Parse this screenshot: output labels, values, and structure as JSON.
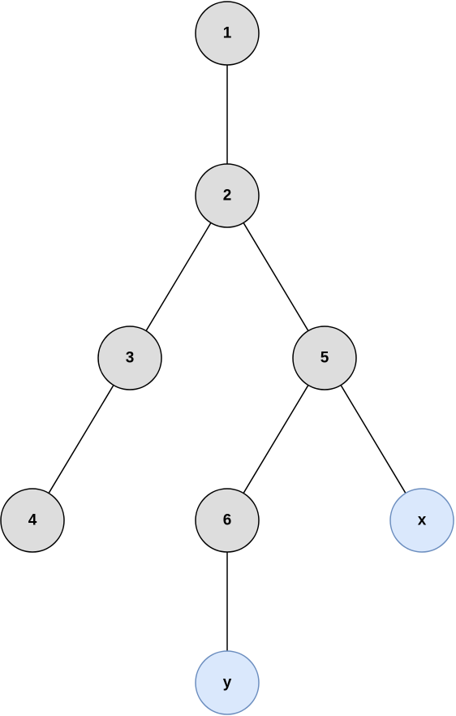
{
  "colors": {
    "default_fill": "#dddddd",
    "default_stroke": "#000000",
    "highlight_fill": "#dae8fc",
    "highlight_stroke": "#6c8ebf"
  },
  "tree": {
    "nodes": [
      {
        "id": "n1",
        "label": "1",
        "style": "default"
      },
      {
        "id": "n2",
        "label": "2",
        "style": "default"
      },
      {
        "id": "n3",
        "label": "3",
        "style": "default"
      },
      {
        "id": "n5",
        "label": "5",
        "style": "default"
      },
      {
        "id": "n4",
        "label": "4",
        "style": "default"
      },
      {
        "id": "n6",
        "label": "6",
        "style": "default"
      },
      {
        "id": "nx",
        "label": "x",
        "style": "highlight"
      },
      {
        "id": "ny",
        "label": "y",
        "style": "highlight"
      }
    ],
    "edges": [
      {
        "from": "n1",
        "to": "n2"
      },
      {
        "from": "n2",
        "to": "n3"
      },
      {
        "from": "n2",
        "to": "n5"
      },
      {
        "from": "n3",
        "to": "n4"
      },
      {
        "from": "n5",
        "to": "n6"
      },
      {
        "from": "n5",
        "to": "nx"
      },
      {
        "from": "n6",
        "to": "ny"
      }
    ]
  }
}
